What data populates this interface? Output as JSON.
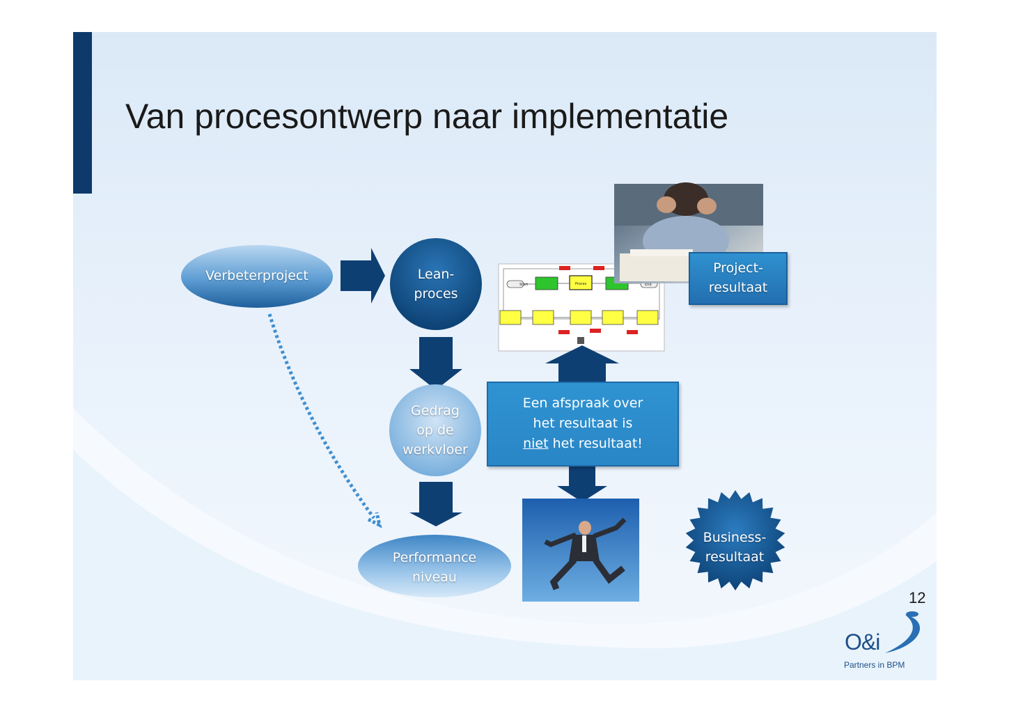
{
  "slide": {
    "title": "Van procesontwerp naar implementatie",
    "page_number": "12"
  },
  "nodes": {
    "verbeterproject": "Verbeterproject",
    "lean_proces": "Lean-\nproces",
    "gedrag": "Gedrag\nop de\nwerkvloer",
    "performance": "Performance\nniveau",
    "project_resultaat": "Project-\nresultaat",
    "business_resultaat": "Business-\nresultaat"
  },
  "callout": {
    "line1": "Een afspraak over",
    "line2": "het resultaat is",
    "line3_underlined": "niet",
    "line3_rest": " het resultaat!"
  },
  "process_model": {
    "start": "Start",
    "proces": "Proces",
    "end": "End"
  },
  "logo": {
    "name": "O&i",
    "tagline": "Partners in BPM"
  },
  "colors": {
    "title_bar": "#0d3a6b",
    "arrow_dark": "#0e3f73",
    "node_dark_blue": "#0b4a80",
    "node_light_blue": "#7fb4e0",
    "callout_blue": "#2f93d2"
  }
}
